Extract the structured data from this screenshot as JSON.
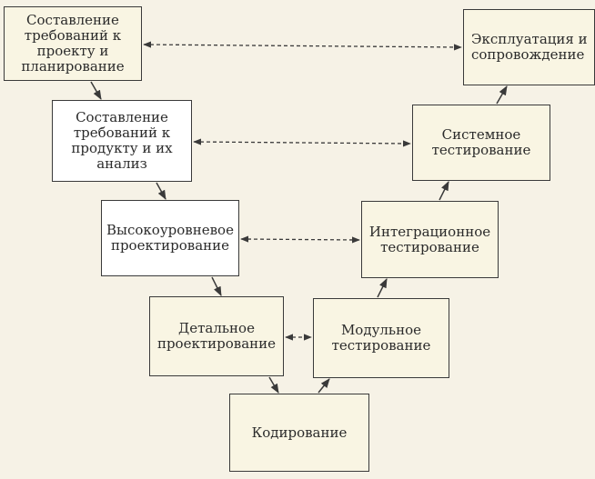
{
  "colors": {
    "background": "#f6f2e6",
    "box_fill": "#f9f5e3",
    "box_fill_white": "#ffffff",
    "stroke": "#3a3a3a",
    "text": "#2b2b2b"
  },
  "boxes": {
    "b1": {
      "lines": [
        "Составление",
        "требований к",
        "проекту и",
        "планирование"
      ],
      "fill": "#f9f5e3"
    },
    "b2": {
      "lines": [
        "Составление",
        "требований к",
        "продукту и их",
        "анализ"
      ],
      "fill": "#ffffff"
    },
    "b3": {
      "lines": [
        "Высокоуровневое",
        "проектирование"
      ],
      "fill": "#ffffff"
    },
    "b4": {
      "lines": [
        "Детальное",
        "проектирование"
      ],
      "fill": "#f9f5e3"
    },
    "b5": {
      "lines": [
        "Кодирование"
      ],
      "fill": "#f9f5e3"
    },
    "b6": {
      "lines": [
        "Модульное",
        "тестирование"
      ],
      "fill": "#f9f5e3"
    },
    "b7": {
      "lines": [
        "Интеграционное",
        "тестирование"
      ],
      "fill": "#f9f5e3"
    },
    "b8": {
      "lines": [
        "Системное",
        "тестирование"
      ],
      "fill": "#f9f5e3"
    },
    "b9": {
      "lines": [
        "Эксплуатация и",
        "сопровождение"
      ],
      "fill": "#f9f5e3"
    }
  }
}
